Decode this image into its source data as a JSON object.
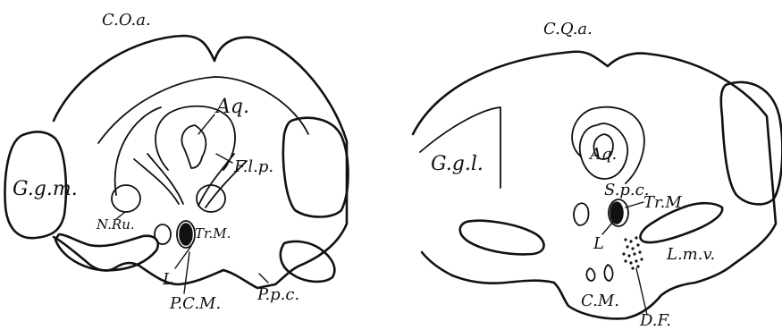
{
  "left_section": {
    "labels": {
      "coa": "C.O.a.",
      "ggm": "G.g.m.",
      "aq": "Aq.",
      "flp": "F.l.p.",
      "nru": "N.Ru.",
      "trm": "Tr.M.",
      "l": "L",
      "ppc": "P.p.c.",
      "pcm": "P.C.M."
    }
  },
  "right_section": {
    "labels": {
      "cqa": "C.Q.a.",
      "ggl": "G.g.l.",
      "aq": "Aq.",
      "spc": "S.p.c.",
      "trm": "Tr.M.",
      "l": "L",
      "lmv": "L.m.v.",
      "cm": "C.M.",
      "df": "D.F."
    }
  }
}
